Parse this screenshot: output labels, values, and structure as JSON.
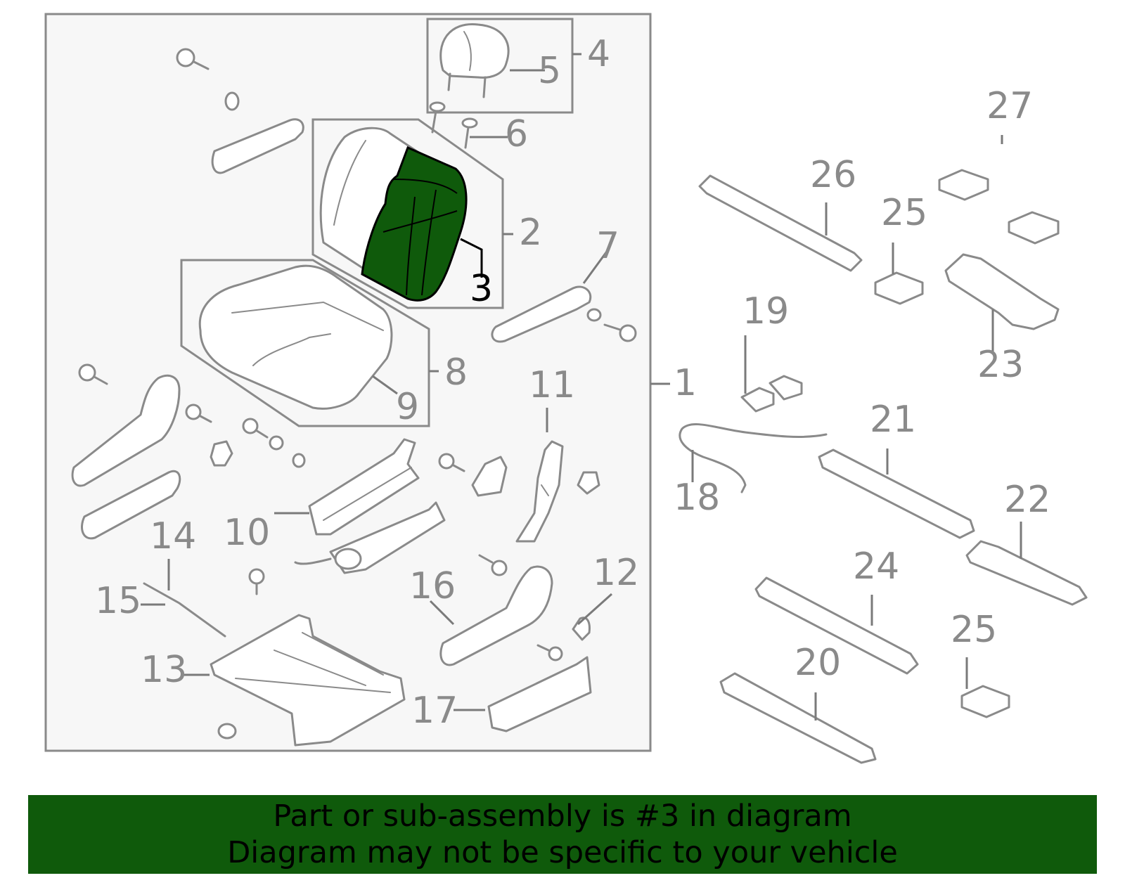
{
  "diagram": {
    "highlight_color": "#0f5a0b",
    "callouts": {
      "c1": "1",
      "c2": "2",
      "c3": "3",
      "c4": "4",
      "c5": "5",
      "c6": "6",
      "c7": "7",
      "c8": "8",
      "c9": "9",
      "c10": "10",
      "c11": "11",
      "c12": "12",
      "c13": "13",
      "c14": "14",
      "c15": "15",
      "c16": "16",
      "c17": "17",
      "c18": "18",
      "c19": "19",
      "c20": "20",
      "c21": "21",
      "c22": "22",
      "c23": "23",
      "c24": "24",
      "c25a": "25",
      "c25b": "25",
      "c26": "26",
      "c27": "27"
    }
  },
  "footer": {
    "line1": "Part or sub-assembly is #3 in diagram",
    "line2": "Diagram may not be specific to your vehicle",
    "background": "#0f5a0b"
  }
}
